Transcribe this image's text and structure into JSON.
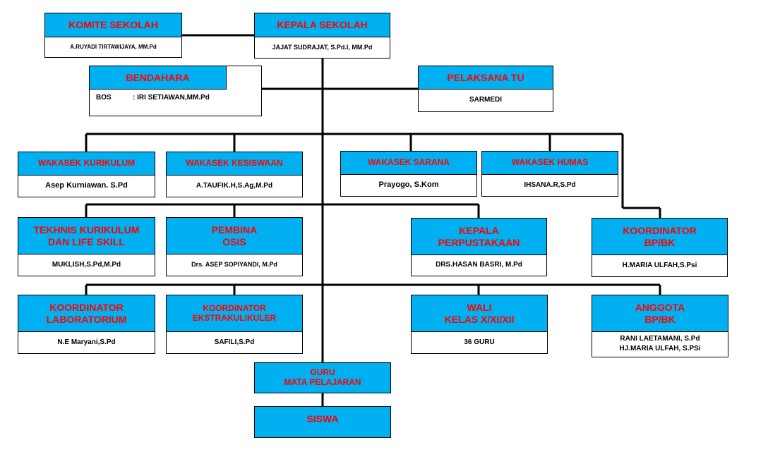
{
  "komite": {
    "title": "KOMITE SEKOLAH",
    "name": "A.RUYADI  TIRTAWIJAYA,  MM.Pd"
  },
  "kepala": {
    "title": "KEPALA SEKOLAH",
    "name": "JAJAT SUDRAJAT, S.Pd.I, MM.Pd"
  },
  "bendahara": {
    "title": "BENDAHARA",
    "label": "BOS",
    "name": ": IRI SETIAWAN,MM.Pd"
  },
  "pelaksana_tu": {
    "title": "PELAKSANA TU",
    "name": "SARMEDI"
  },
  "wakasek_kurikulum": {
    "title": "WAKASEK KURIKULUM",
    "name": "Asep Kurniawan. S.Pd"
  },
  "wakasek_kesiswaan": {
    "title": "WAKASEK KESISWAAN",
    "name": "A.TAUFIK.H,S.Ag,M.Pd"
  },
  "wakasek_sarana": {
    "title": "WAKASEK SARANA",
    "name": "Prayogo, S.Kom"
  },
  "wakasek_humas": {
    "title": "WAKASEK HUMAS",
    "name": "IHSANA.R,S.Pd"
  },
  "tekhnis": {
    "title_1": "TEKHNIS KURIKULUM",
    "title_2": "DAN LIFE SKILL",
    "name": "MUKLISH,S.Pd,M.Pd"
  },
  "pembina": {
    "title_1": "PEMBINA",
    "title_2": "OSIS",
    "name": "Drs. ASEP SOPIYANDI, M.Pd"
  },
  "perpustakaan": {
    "title_1": "KEPALA",
    "title_2": "PERPUSTAKAAN",
    "name": "DRS.HASAN BASRI, M.Pd"
  },
  "koordinator_bpbk": {
    "title_1": "KOORDINATOR",
    "title_2": "BP/BK",
    "name": "H.MARIA ULFAH,S.Psi"
  },
  "laboratorium": {
    "title_1": "KOORDINATOR",
    "title_2": "LABORATORIUM",
    "name": "N.E Maryani,S.Pd"
  },
  "ekstrakulikuler": {
    "title_1": "KOORDINATOR",
    "title_2": "EKSTRAKULIKULER",
    "name": "SAFILI,S.Pd"
  },
  "wali_kelas": {
    "title_1": "WALI",
    "title_2": "KELAS X/XI/XII",
    "name": "36 GURU"
  },
  "anggota_bpbk": {
    "title_1": "ANGGOTA",
    "title_2": "BP/BK",
    "name_1": "RANI LAETAMANI, S.Pd",
    "name_2": "HJ.MARIA ULFAH, S.PSi"
  },
  "guru": {
    "title_1": "GURU",
    "title_2": "MATA PELAJARAN"
  },
  "siswa": {
    "title": "SISWA"
  },
  "colors": {
    "header_fill": "#00b0f0",
    "header_text": "#ff0000",
    "line": "#000000"
  }
}
